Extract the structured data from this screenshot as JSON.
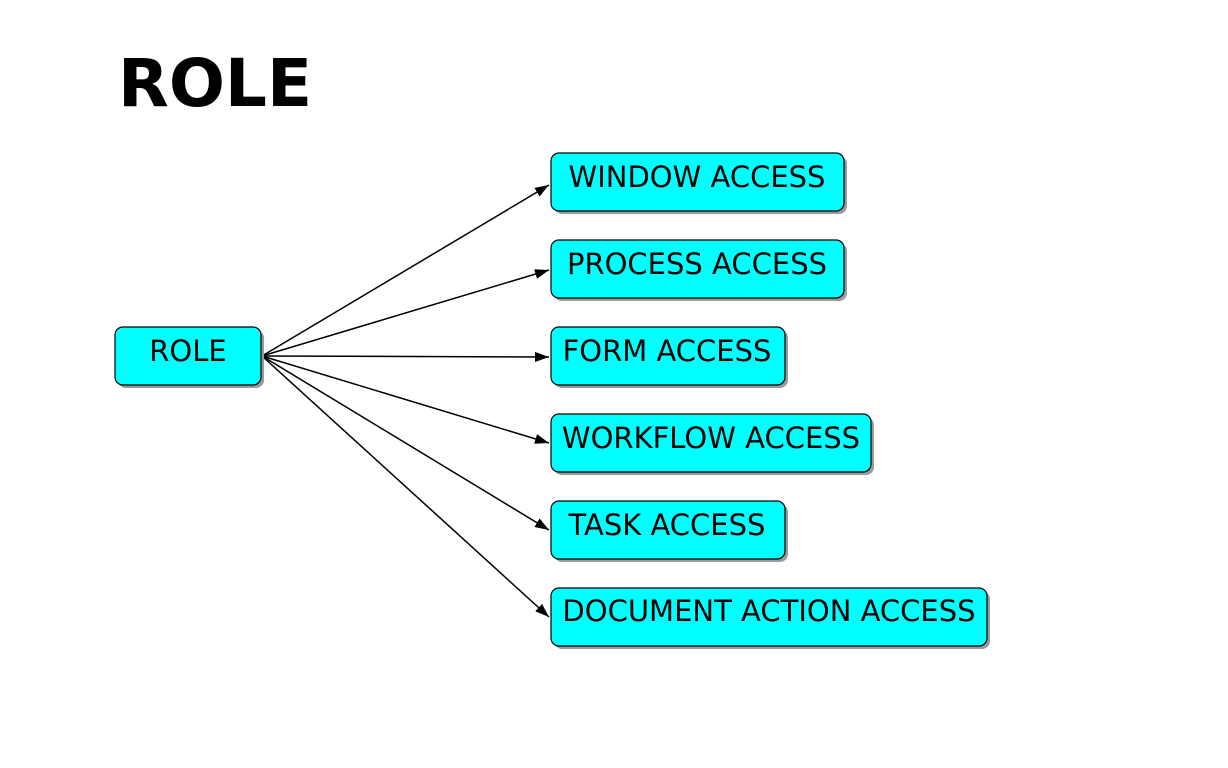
{
  "title": "ROLE",
  "colors": {
    "node_fill": "#00FFFF",
    "node_stroke": "#000000",
    "node_shadow": "#9a9a9a",
    "edge": "#000000"
  },
  "diagram": {
    "source": {
      "id": "role",
      "label": "ROLE"
    },
    "targets": [
      {
        "id": "window-access",
        "label": "WINDOW ACCESS"
      },
      {
        "id": "process-access",
        "label": "PROCESS ACCESS"
      },
      {
        "id": "form-access",
        "label": "FORM ACCESS"
      },
      {
        "id": "workflow-access",
        "label": "WORKFLOW ACCESS"
      },
      {
        "id": "task-access",
        "label": "TASK ACCESS"
      },
      {
        "id": "document-action-access",
        "label": "DOCUMENT ACTION ACCESS"
      }
    ]
  }
}
